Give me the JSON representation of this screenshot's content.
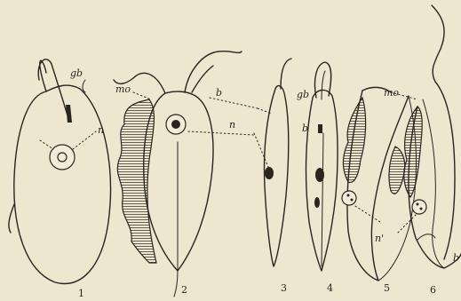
{
  "labels": {
    "fig1_gb": "gb",
    "fig1_n": "n",
    "fig2_mo": "mo",
    "fig2_b": "b",
    "fig2_n": "n",
    "fig4_gb": "gb",
    "fig4_b": "b",
    "fig5_mo": "mo",
    "fig5_n": "n'",
    "fig6_b": "b"
  },
  "figure_numbers": [
    "1",
    "2",
    "3",
    "4",
    "5",
    "6"
  ],
  "colors": {
    "paper": "#efe6cf",
    "ink": "#2a2420"
  }
}
